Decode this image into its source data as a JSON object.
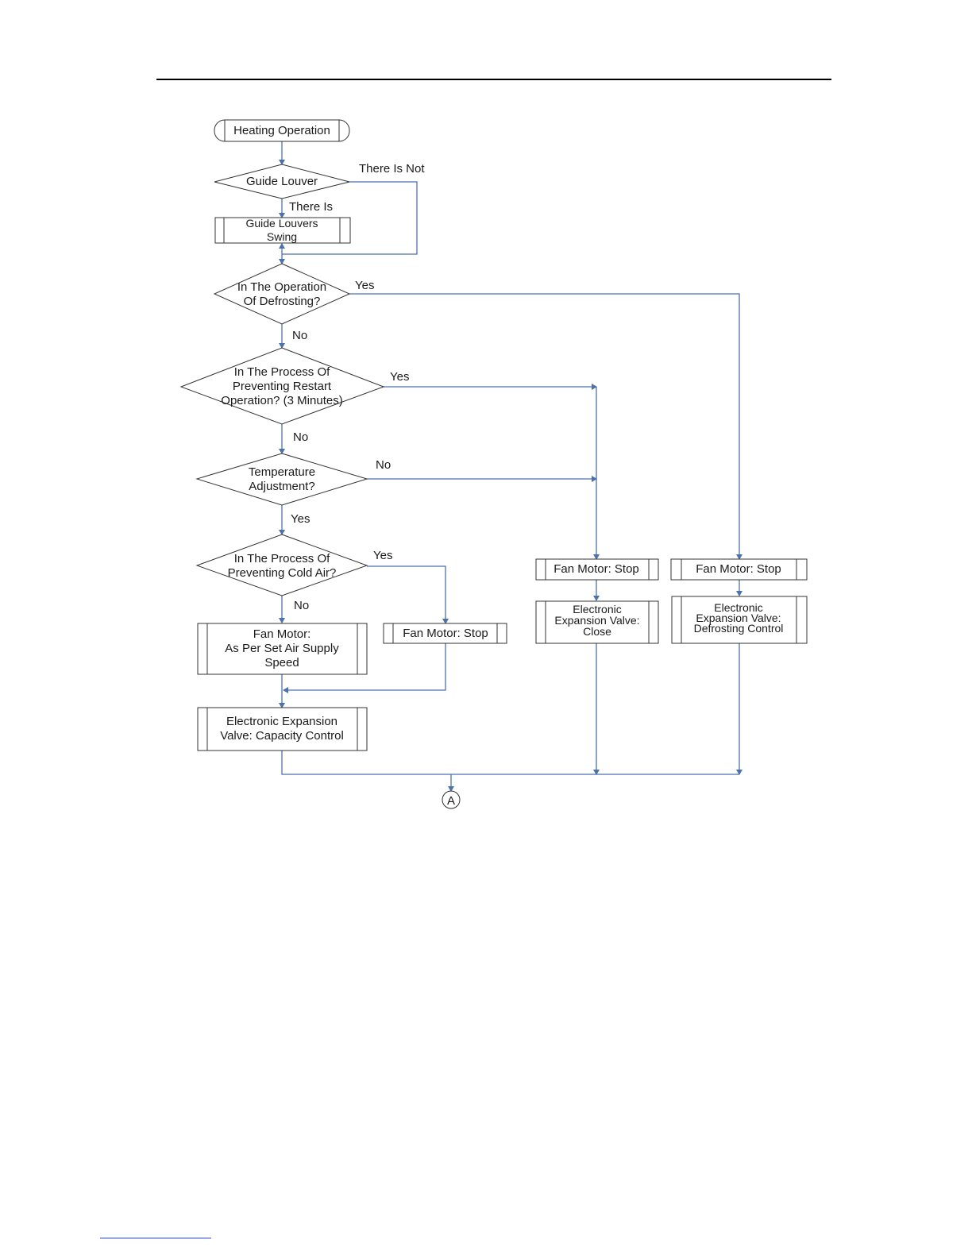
{
  "nodes": {
    "start": "Heating Operation",
    "guide_louver": "Guide Louver",
    "guide_louvers_swing": [
      "Guide Louvers",
      "Swing"
    ],
    "defrosting": [
      "In The Operation",
      "Of Defrosting?"
    ],
    "restart": [
      "In The Process Of",
      "Preventing Restart",
      "Operation? (3 Minutes)"
    ],
    "temp_adjust": [
      "Temperature",
      "Adjustment?"
    ],
    "cold_air": [
      "In The Process Of",
      "Preventing Cold Air?"
    ],
    "fan_set_speed": [
      "Fan Motor:",
      "As Per Set Air Supply",
      "Speed"
    ],
    "fan_stop_left": "Fan Motor: Stop",
    "eev_capacity": [
      "Electronic Expansion",
      "Valve: Capacity Control"
    ],
    "fan_stop_mid": "Fan Motor: Stop",
    "eev_close": [
      "Electronic",
      "Expansion Valve:",
      "Close"
    ],
    "fan_stop_right": "Fan Motor: Stop",
    "eev_defrost": [
      "Electronic",
      "Expansion Valve:",
      "Defrosting Control"
    ],
    "connector": "A"
  },
  "edges": {
    "there_is_not": "There Is Not",
    "there_is": "There Is",
    "defrost_yes": "Yes",
    "defrost_no": "No",
    "restart_yes": "Yes",
    "restart_no": "No",
    "temp_no": "No",
    "temp_yes": "Yes",
    "cold_yes": "Yes",
    "cold_no": "No"
  },
  "colors": {
    "connector_line": "#4a72b0",
    "shape_border": "#333333",
    "text": "#1a1a1a"
  }
}
